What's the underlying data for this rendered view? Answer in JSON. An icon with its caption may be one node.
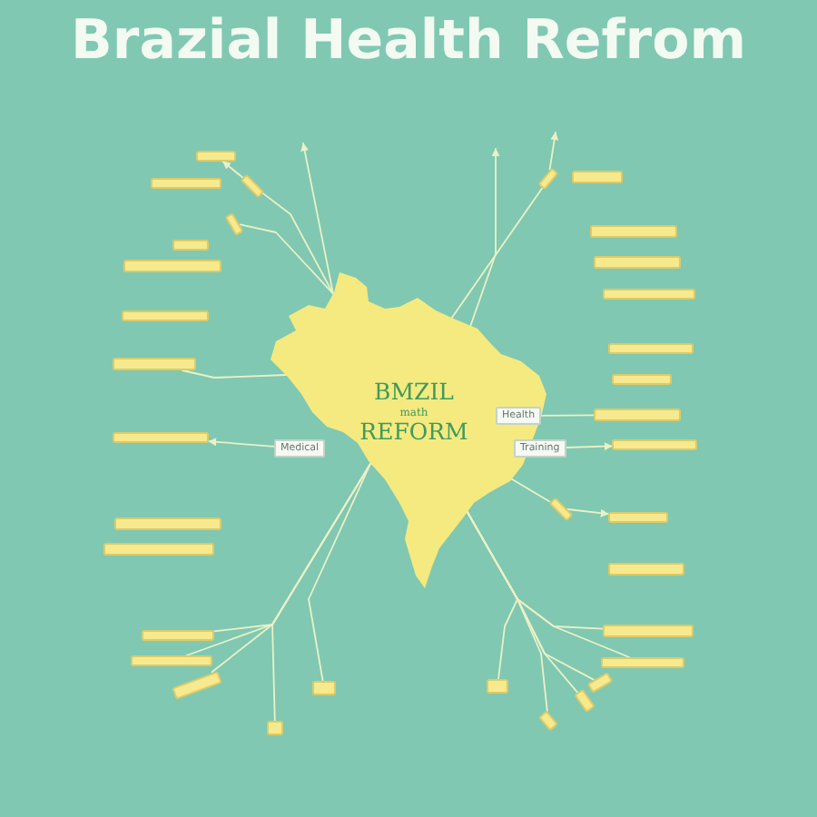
{
  "diagram": {
    "title": "Brazial Health Refrom",
    "nodes": [
      {
        "text": [
          "BMZIL",
          "math",
          "REFORM"
        ]
      },
      {
        "text": [],
        "shape": "box"
      },
      {
        "text": [],
        "shape": "box"
      },
      {
        "text": [],
        "shape": "box"
      },
      {
        "text": [],
        "shape": "box"
      },
      {
        "text": [],
        "shape": "box"
      },
      {
        "text": [],
        "shape": "box"
      },
      {
        "text": [],
        "shape": "box"
      },
      {
        "text": [],
        "shape": "box"
      },
      {
        "text": [],
        "shape": "box"
      },
      {
        "text": [
          "Medical"
        ]
      },
      {
        "text": [],
        "shape": "box"
      },
      {
        "text": [],
        "shape": "box"
      },
      {
        "text": [],
        "shape": "box"
      },
      {
        "text": [],
        "shape": "box"
      },
      {
        "text": [],
        "shape": "box"
      },
      {
        "text": [],
        "shape": "box"
      },
      {
        "text": [],
        "shape": "box"
      },
      {
        "text": [],
        "shape": "box"
      },
      {
        "text": [],
        "shape": "box"
      },
      {
        "text": [],
        "shape": "box"
      },
      {
        "text": [],
        "shape": "box"
      },
      {
        "text": [],
        "shape": "box"
      },
      {
        "text": [],
        "shape": "box"
      },
      {
        "text": [],
        "shape": "box"
      },
      {
        "text": [
          "Health"
        ],
        "in": 0
      },
      {
        "text": [],
        "shape": "box"
      },
      {
        "text": [
          "Training"
        ]
      },
      {
        "text": [],
        "shape": "box"
      },
      {
        "text": [],
        "shape": "box"
      },
      {
        "text": [],
        "shape": "box"
      },
      {
        "text": [],
        "shape": "box"
      },
      {
        "text": [],
        "shape": "box"
      },
      {
        "text": [],
        "shape": "box"
      },
      {
        "text": [],
        "shape": "box"
      },
      {
        "text": [],
        "shape": "box"
      },
      {
        "text": [],
        "shape": "box"
      },
      {
        "text": [],
        "shape": "box"
      }
    ],
    "edges": [
      {
        "from": 0,
        "to": null,
        "arrow": "to"
      },
      {
        "from": 2,
        "to": 1,
        "arrow": "to"
      },
      {
        "from": 0,
        "to": 2,
        "arrow": "none"
      },
      {
        "from": 0,
        "to": 4,
        "arrow": "none"
      },
      {
        "from": 0,
        "to": 8,
        "arrow": "none"
      },
      {
        "from": 10,
        "to": 9,
        "arrow": "to"
      },
      {
        "from": 0,
        "to": 13,
        "arrow": "none"
      },
      {
        "from": 0,
        "to": 14,
        "arrow": "none"
      },
      {
        "from": 0,
        "to": 15,
        "arrow": "none"
      },
      {
        "from": 0,
        "to": 16,
        "arrow": "none"
      },
      {
        "from": 0,
        "to": 17,
        "arrow": "none"
      },
      {
        "from": 0,
        "to": 18,
        "arrow": "none"
      },
      {
        "from": 18,
        "to": null,
        "arrow": "to"
      },
      {
        "from": 0,
        "to": null,
        "arrow": "to"
      },
      {
        "from": 25,
        "to": 26,
        "arrow": "none"
      },
      {
        "from": 27,
        "to": 28,
        "arrow": "to"
      },
      {
        "from": 0,
        "to": 29,
        "arrow": "none"
      },
      {
        "from": 29,
        "to": 30,
        "arrow": "to"
      },
      {
        "from": 0,
        "to": 32,
        "arrow": "none"
      },
      {
        "from": 0,
        "to": 33,
        "arrow": "none"
      },
      {
        "from": 0,
        "to": 34,
        "arrow": "none"
      },
      {
        "from": 0,
        "to": 35,
        "arrow": "none"
      },
      {
        "from": 0,
        "to": 36,
        "arrow": "none"
      },
      {
        "from": 0,
        "to": 37,
        "arrow": "none"
      }
    ]
  }
}
